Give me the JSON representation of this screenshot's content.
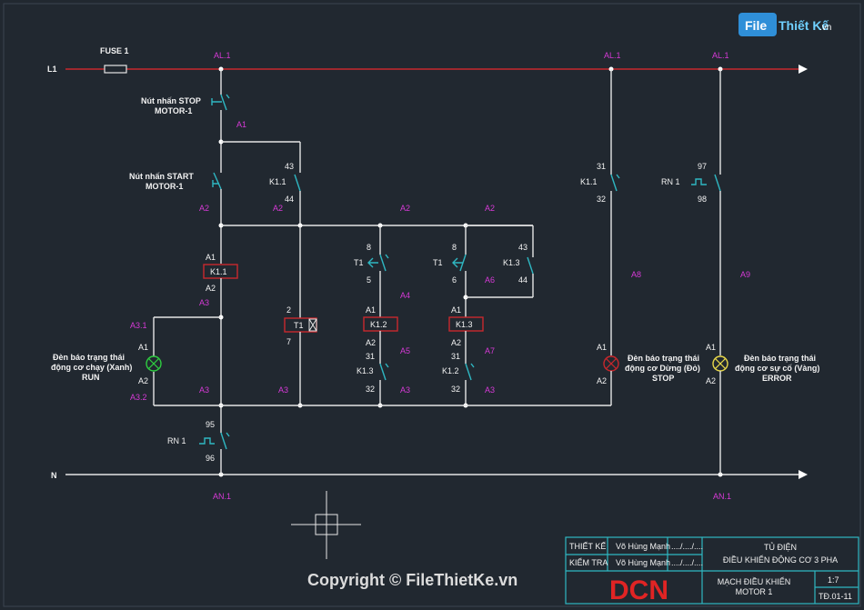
{
  "brand": {
    "logo_text": "File Thiết Kế.vn",
    "copyright": "Copyright © FileThietKe.vn"
  },
  "rails": {
    "l1": "L1",
    "n": "N",
    "fuse": "FUSE 1",
    "al1": "AL.1",
    "an1": "AN.1"
  },
  "buttons": {
    "stop_label_1": "Nút nhấn STOP",
    "stop_label_2": "MOTOR-1",
    "start_label_1": "Nút nhấn START",
    "start_label_2": "MOTOR-1"
  },
  "nodes": {
    "a1": "A1",
    "a2": "A2",
    "a3": "A3",
    "a31": "A3.1",
    "a32": "A3.2",
    "a4": "A4",
    "a5": "A5",
    "a6": "A6",
    "a7": "A7",
    "a8": "A8",
    "a9": "A9"
  },
  "components": {
    "k11": "K1.1",
    "k12": "K1.2",
    "k13": "K1.3",
    "t1": "T1",
    "rn1": "RN 1",
    "pin_43": "43",
    "pin_44": "44",
    "pin_31": "31",
    "pin_32": "32",
    "pin_8": "8",
    "pin_5": "5",
    "pin_6": "6",
    "pin_2": "2",
    "pin_7": "7",
    "pin_95": "95",
    "pin_96": "96",
    "pin_97": "97",
    "pin_98": "98",
    "pin_a1": "A1",
    "pin_a2": "A2"
  },
  "lamps": {
    "run_1": "Đèn báo trạng thái",
    "run_2": "động cơ chạy (Xanh)",
    "run_3": "RUN",
    "stop_1": "Đèn báo trạng thái",
    "stop_2": "động cơ Dừng (Đỏ)",
    "stop_3": "STOP",
    "err_1": "Đèn báo trạng thái",
    "err_2": "động cơ sự cố (Vàng)",
    "err_3": "ERROR",
    "green": "#2ecc40",
    "red": "#c8282d",
    "yellow": "#e8d84a"
  },
  "title_block": {
    "designer_label": "THIẾT KẾ",
    "designer_name": "Võ Hùng Mạnh",
    "designer_date": "..../..../....",
    "checker_label": "KIỂM TRA",
    "checker_name": "Võ Hùng Mạnh",
    "checker_date": "..../..../....",
    "project_1": "TỦ ĐIỆN",
    "project_2": "ĐIỀU KHIỂN ĐỘNG CƠ 3 PHA",
    "drawing_1": "MẠCH ĐIỀU KHIỂN",
    "drawing_2": "MOTOR 1",
    "scale": "1:7",
    "code": "TĐ.01-11",
    "company_logo": "DCN"
  }
}
